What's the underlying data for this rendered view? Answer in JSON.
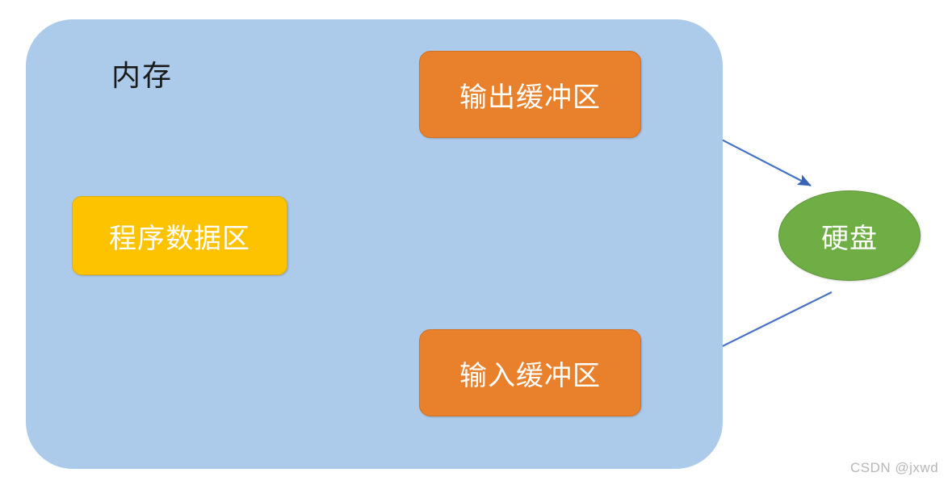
{
  "diagram": {
    "title_label": "内存",
    "container": {
      "name": "memory-region",
      "label": "内存",
      "fill_color": "#ACCBEA"
    },
    "nodes": [
      {
        "id": "program-data-area",
        "label": "程序数据区",
        "shape": "rounded-rect",
        "fill_color": "#FDC300",
        "text_color": "#FFFFFF"
      },
      {
        "id": "output-buffer",
        "label": "输出缓冲区",
        "shape": "rounded-rect",
        "fill_color": "#E8802C",
        "text_color": "#FFFFFF"
      },
      {
        "id": "input-buffer",
        "label": "输入缓冲区",
        "shape": "rounded-rect",
        "fill_color": "#E8802C",
        "text_color": "#FFFFFF"
      },
      {
        "id": "hard-disk",
        "label": "硬盘",
        "shape": "ellipse",
        "fill_color": "#6FAD45",
        "text_color": "#FFFFFF"
      }
    ],
    "edges": [
      {
        "id": "data-to-output",
        "from": "program-data-area",
        "to": "output-buffer",
        "color": "#4472C4",
        "arrow": "end"
      },
      {
        "id": "output-to-disk",
        "from": "output-buffer",
        "to": "hard-disk",
        "color": "#4472C4",
        "arrow": "end"
      },
      {
        "id": "disk-to-input",
        "from": "hard-disk",
        "to": "input-buffer",
        "color": "#4472C4",
        "arrow": "end"
      },
      {
        "id": "input-to-data",
        "from": "input-buffer",
        "to": "program-data-area",
        "color": "#4472C4",
        "arrow": "end"
      }
    ]
  },
  "watermark": {
    "text": "CSDN @jxwd"
  }
}
